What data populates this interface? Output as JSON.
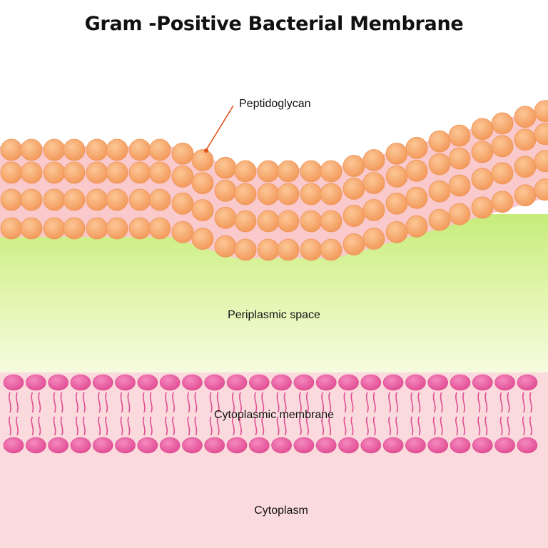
{
  "title": "Gram -Positive Bacterial Membrane",
  "labels": {
    "peptidoglycan": "Peptidoglycan",
    "periplasmic_space": "Periplasmic space",
    "cytoplasmic_membrane": "Cytoplasmic membrane",
    "cytoplasm": "Cytoplasm"
  },
  "colors": {
    "peptidoglycan_bead": "#f5a66d",
    "peptidoglycan_band": "#f9c9cb",
    "periplasm": "#c6ec7a",
    "phospholipid_head": "#ea5fa0",
    "phospholipid_tail": "#e04e92",
    "cytoplasm": "#fadadd",
    "pointer_line": "#e3501c"
  }
}
